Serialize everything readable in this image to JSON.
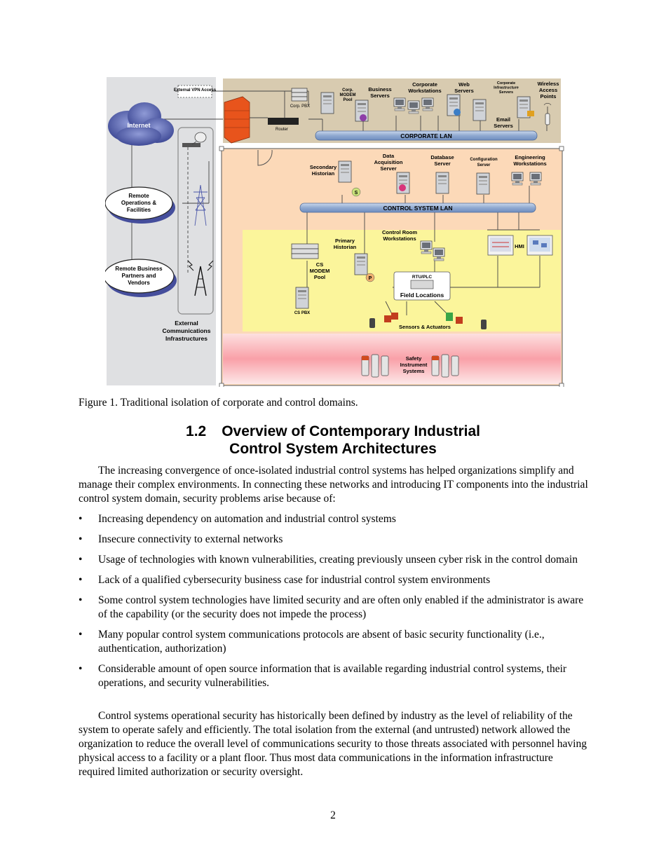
{
  "figure": {
    "labels": {
      "external_vpn": "External VPN Access",
      "internet": "Internet",
      "corp_pbx": "Corp. PBX",
      "router": "Router",
      "corp_modem_pool": "Corp. MODEM Pool",
      "business_servers": "Business Servers",
      "corporate_workstations": "Corporate Workstations",
      "web_servers": "Web Servers",
      "corporate_infrastructure_servers": "Corporate Infrastructure Servers",
      "email_servers": "Email Servers",
      "wireless_access_points": "Wireless Access Points",
      "corporate_lan": "CORPORATE LAN",
      "secondary_historian": "Secondary Historian",
      "data_acquisition_server": "Data Acquisition Server",
      "database_server": "Database Server",
      "configuration_server": "Configuration Server",
      "engineering_workstations": "Engineering Workstations",
      "control_system_lan": "CONTROL SYSTEM LAN",
      "remote_operations": "Remote Operations & Facilities",
      "remote_business_partners": "Remote Business Partners and Vendors",
      "primary_historian": "Primary Historian",
      "control_room_workstations": "Control Room Workstations",
      "hmi": "HMI",
      "cs_modem_pool": "CS MODEM Pool",
      "rtu_plc": "RTU/PLC",
      "field_locations": "Field Locations",
      "cs_pbx": "CS PBX",
      "sensors_actuators": "Sensors & Actuators",
      "external_comm": "External Communications Infrastructures",
      "safety_instrument_systems": "Safety Instrument Systems",
      "server_badge_s": "S",
      "server_badge_p": "P"
    },
    "colors": {
      "corporate_zone": "#d8cbb0",
      "control_zone": "#fcd9b8",
      "field_zone": "#fbf59b",
      "safety_zone": "#f9a0a8",
      "external_zone": "#dfe0e2",
      "lan_bar": "#9bb4d6",
      "cloud": "#4a57a8"
    }
  },
  "caption": "Figure 1. Traditional isolation of corporate and control domains.",
  "section": {
    "number": "1.2",
    "title_line1": "Overview of Contemporary Industrial",
    "title_line2": "Control System Architectures"
  },
  "intro": "The increasing convergence of once-isolated industrial control systems has helped organizations simplify and manage their complex environments. In connecting these networks and introducing IT components into the industrial control system domain, security problems arise because of:",
  "bullets": [
    "Increasing dependency on automation and industrial control systems",
    "Insecure connectivity to external networks",
    "Usage of technologies with known vulnerabilities, creating previously unseen cyber risk in the control domain",
    "Lack of a qualified cybersecurity business case for industrial control system environments",
    "Some control system technologies have limited security and are often only enabled if the administrator is aware of the capability (or the security does not impede the process)",
    "Many popular control system communications protocols are absent of basic security functionality (i.e., authentication, authorization)",
    "Considerable amount of open source information that is available regarding industrial control systems, their operations, and security vulnerabilities."
  ],
  "bullet_symbol": "•",
  "closing": "Control systems operational security has historically been defined by industry as the level of reliability of the system to operate safely and efficiently. The total isolation from the external (and untrusted) network allowed the organization to reduce the overall level of communications security to those threats associated with personnel having physical access to a facility or a plant floor. Thus most data communications in the information infrastructure required limited authorization or security oversight.",
  "page_number": "2"
}
